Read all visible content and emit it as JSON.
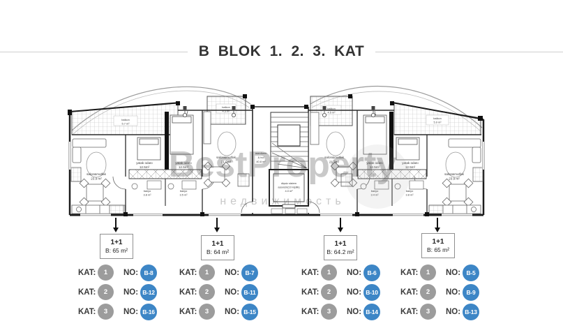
{
  "title": "B BLOK 1. 2. 3. KAT",
  "labels": {
    "kat": "KAT:",
    "no": "NO:"
  },
  "colors": {
    "floor_badge": "#9c9c9c",
    "unit_badge": "#3d86c6"
  },
  "watermark": {
    "line1": "BestProperty",
    "line2": "недвижимость"
  },
  "plan": {
    "balcony_left": {
      "name": "balkon",
      "area": "5.7 m²"
    },
    "balcony_cl": {
      "name": "balkon",
      "area": "4.5 m²"
    },
    "balcony_cr": {
      "name": "balkon",
      "area": "4.5 m²"
    },
    "balcony_right": {
      "name": "balkon",
      "area": "5.9 m²"
    },
    "living_fl": {
      "name": "salon&mutfak",
      "area": "23.9 m²"
    },
    "living_cl": {
      "name": "salon&mutfak",
      "area": "21.0m²"
    },
    "living_cr": {
      "name": "salon&mutfak",
      "area": "21.7m²"
    },
    "living_fr": {
      "name": "salon&mutfak",
      "area": "23.9 m²"
    },
    "bedroom": {
      "name": "yatak odası",
      "area": "12.5m²"
    },
    "bath_l1": {
      "name": "banyo",
      "area": "3.8 m²"
    },
    "bath_l2": {
      "name": "banyo",
      "area": "3.5 m²"
    },
    "bath_r1": {
      "name": "banyo",
      "area": "3.4 m²"
    },
    "bath_r2": {
      "name": "banyo",
      "area": "3.8 m²"
    },
    "stairs": {
      "line1": "merdiven",
      "line2": "& hol",
      "line3": "40.8 m²"
    },
    "elevator": {
      "line1": "dişsiz sistem",
      "line2": "asansör(10 kişilik)",
      "line3": "4.0 m²"
    }
  },
  "units": [
    {
      "type": "1+1",
      "area": "B: 65 m²",
      "floors": [
        {
          "kat": "1",
          "no": "B-8"
        },
        {
          "kat": "2",
          "no": "B-12"
        },
        {
          "kat": "3",
          "no": "B-16"
        }
      ]
    },
    {
      "type": "1+1",
      "area": "B: 64 m²",
      "floors": [
        {
          "kat": "1",
          "no": "B-7"
        },
        {
          "kat": "2",
          "no": "B-11"
        },
        {
          "kat": "3",
          "no": "B-15"
        }
      ]
    },
    {
      "type": "1+1",
      "area": "B: 64.2 m²",
      "floors": [
        {
          "kat": "1",
          "no": "B-6"
        },
        {
          "kat": "2",
          "no": "B-10"
        },
        {
          "kat": "3",
          "no": "B-14"
        }
      ]
    },
    {
      "type": "1+1",
      "area": "B: 65 m²",
      "floors": [
        {
          "kat": "1",
          "no": "B-5"
        },
        {
          "kat": "2",
          "no": "B-9"
        },
        {
          "kat": "3",
          "no": "B-13"
        }
      ]
    }
  ]
}
